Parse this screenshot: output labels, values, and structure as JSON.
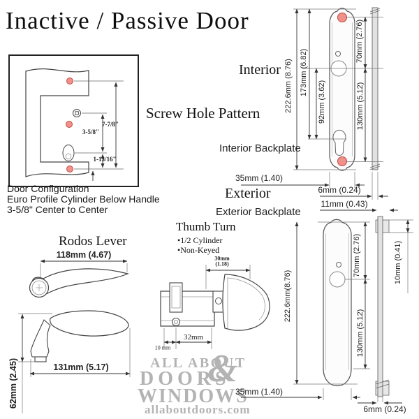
{
  "page": {
    "title": "Inactive / Passive Door"
  },
  "screw_pattern": {
    "caption": "Screw Hole Pattern",
    "dims": {
      "overall": "7-7/8\"",
      "center_to_center": "3-5/8\"",
      "bottom": "1-13/16\""
    }
  },
  "door_config": {
    "line1": "Door Configuration",
    "line2": "Euro Profile Cylinder Below Handle",
    "line3": "3-5/8\" Center to Center"
  },
  "interior": {
    "label": "Interior",
    "backplate_label": "Interior Backplate",
    "dims": {
      "overall": "222.6mm (8.76)",
      "top_to_cylinder": "173mm (6.82)",
      "handle_to_cylinder": "92mm (3.62)",
      "top_to_handle": "70mm (2.76)",
      "handle_to_bottom": "130mm (5.12)",
      "width": "35mm (1.40)",
      "thickness": "6mm (0.24)"
    }
  },
  "exterior": {
    "label": "Exterior",
    "backplate_label": "Exterior Backplate",
    "dims": {
      "tab_width": "11mm (0.43)",
      "overall": "222.6mm(8.76)",
      "top_to_handle": "70mm (2.76)",
      "tab_height": "10mm (0.41)",
      "handle_to_bottom": "130mm (5.12)",
      "width": "35mm (1.40)",
      "thickness": "6mm (0.24)"
    }
  },
  "lever": {
    "title": "Rodos Lever",
    "dims": {
      "length_top": "118mm (4.67)",
      "length_side": "131mm (5.17)",
      "height": "62mm (2.45)"
    }
  },
  "thumb_turn": {
    "title": "Thumb Turn",
    "bullets": [
      "•1/2 Cylinder",
      "•Non-Keyed"
    ],
    "dims": {
      "knob_width_mm": "30mm",
      "knob_width_in": "(1.18)",
      "body_length": "32mm",
      "offset": "10 mm"
    }
  },
  "logo": {
    "line1": "ALL ABOUT",
    "ampersand": "&",
    "line2": "DOORS",
    "line3": "WINDOWS",
    "url": "allaboutdoors.com"
  },
  "colors": {
    "screw_hole_red": "#f0928c",
    "line": "#444444",
    "logo_gray": "#b3b3b3"
  }
}
